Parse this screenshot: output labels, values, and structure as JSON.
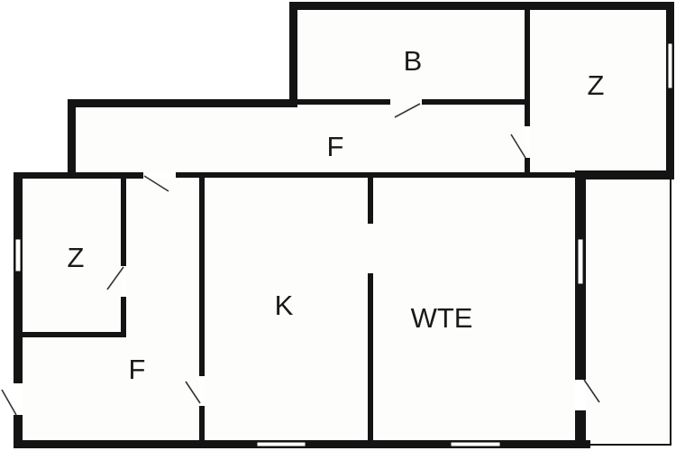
{
  "title": "Floor plan",
  "rooms": [
    {
      "id": "bath",
      "label": "B"
    },
    {
      "id": "room-top-right",
      "label": "Z"
    },
    {
      "id": "hall-top",
      "label": "F"
    },
    {
      "id": "room-small-left",
      "label": "Z"
    },
    {
      "id": "kitchen",
      "label": "K"
    },
    {
      "id": "living",
      "label": "WTE"
    },
    {
      "id": "hall-bottom",
      "label": "F"
    }
  ],
  "colors": {
    "wall": "#141414",
    "floor": "#fdfdfb",
    "window": "#ffffff",
    "door_swing": "#333333"
  }
}
